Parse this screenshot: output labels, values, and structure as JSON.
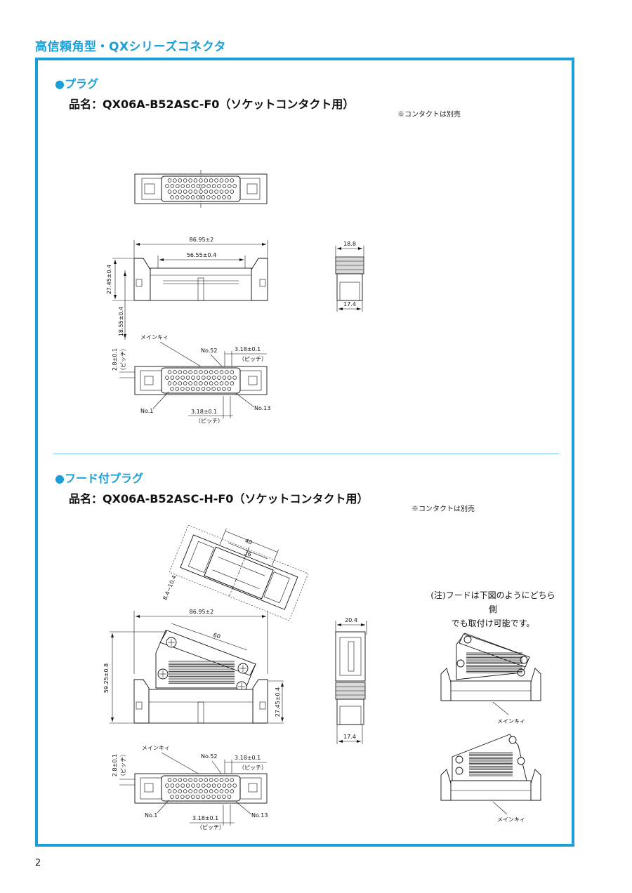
{
  "header": {
    "title": "高信頼角型・QXシリーズコネクタ"
  },
  "section1": {
    "heading": "●プラグ",
    "product_name": "品名：QX06A-B52ASC-F0（ソケットコンタクト用）",
    "note": "※コンタクトは別売",
    "dims": {
      "overall_width": "86.95±2",
      "inner_width": "56.55±0.4",
      "height": "27.45±0.4",
      "depth_top": "18.8",
      "depth_bottom": "17.4",
      "offset": "18.55±0.4",
      "row_pitch": "2.8±0.1",
      "pitch_label": "（ピッチ）",
      "col_pitch_top": "3.18±0.1",
      "col_pitch_bottom": "3.18±0.1",
      "main_key": "メインキィ",
      "pin52": "No.52",
      "pin1": "No.1",
      "pin13": "No.13"
    }
  },
  "section2": {
    "heading": "●フード付プラグ",
    "product_name": "品名：QX06A-B52ASC-H-F0（ソケットコンタクト用）",
    "note": "※コンタクトは別売",
    "dims": {
      "hood_40": "40",
      "hood_36": "36",
      "hood_range": "8.4~10.4",
      "overall_width": "86.95±2",
      "hood_60": "60",
      "height_total": "59.25±0.8",
      "height_body": "27.45±0.4",
      "depth_top": "20.4",
      "depth_bottom": "17.4",
      "row_pitch": "2.8±0.1",
      "pitch_label": "（ピッチ）",
      "col_pitch_top": "3.18±0.1",
      "col_pitch_bottom": "3.18±0.1",
      "main_key": "メインキィ",
      "pin52": "No.52",
      "pin1": "No.1",
      "pin13": "No.13",
      "main_key_right_1": "メインキィ",
      "main_key_right_2": "メインキィ"
    },
    "hood_note_line1": "(注)フードは下図のようにどちら側",
    "hood_note_line2": "でも取付け可能です。"
  },
  "footer": {
    "page_number": "2"
  }
}
